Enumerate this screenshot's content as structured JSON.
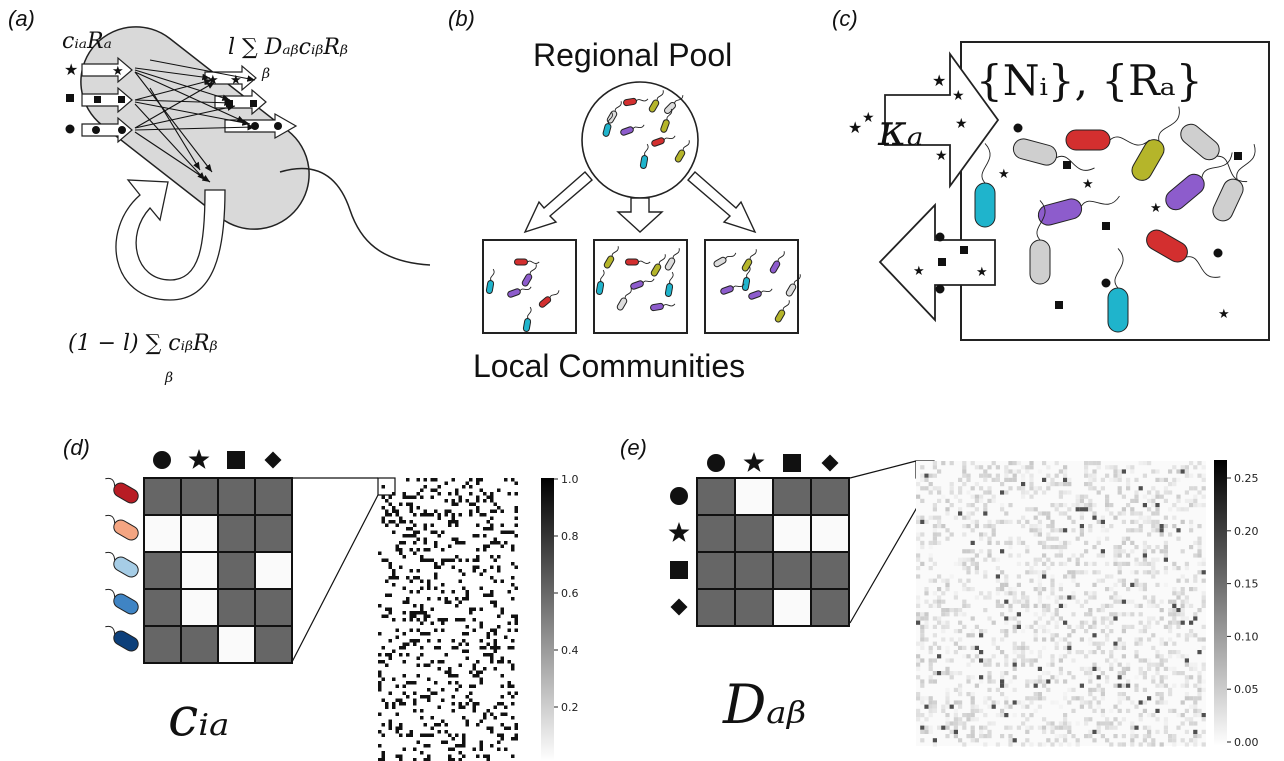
{
  "panels": {
    "a": {
      "label": "(a)",
      "eq_top_left": "cᵢₐRₐ",
      "eq_top_right": "l ∑ DₐᵦcᵢᵦRᵦ",
      "eq_top_right_sub": "β",
      "eq_bottom": "(1 − l) ∑ cᵢᵦRᵦ",
      "eq_bottom_sub": "β"
    },
    "b": {
      "label": "(b)",
      "title": "Regional Pool",
      "subtitle": "Local Communities"
    },
    "c": {
      "label": "(c)",
      "inflow_label": "κₐ",
      "state_label": "{Nᵢ}, {Rₐ}"
    },
    "d": {
      "label": "(d)",
      "symbol": "cᵢₐ",
      "resource_icons": [
        "circle-icon",
        "star-icon",
        "square-icon",
        "diamond-icon"
      ],
      "species_colors": [
        "#b81c24",
        "#f4a582",
        "#a6cde6",
        "#3f84c4",
        "#0c3f7a"
      ],
      "matrix": [
        [
          1,
          1,
          1,
          1
        ],
        [
          0,
          0,
          1,
          1
        ],
        [
          1,
          0,
          1,
          0
        ],
        [
          1,
          0,
          1,
          1
        ],
        [
          1,
          1,
          0,
          1
        ]
      ],
      "colorbar_ticks": [
        "1.0",
        "0.8",
        "0.6",
        "0.4",
        "0.2"
      ]
    },
    "e": {
      "label": "(e)",
      "symbol": "Dₐᵦ",
      "resource_icons": [
        "circle-icon",
        "star-icon",
        "square-icon",
        "diamond-icon"
      ],
      "matrix": [
        [
          1,
          0,
          1,
          1
        ],
        [
          1,
          1,
          0,
          0
        ],
        [
          1,
          1,
          1,
          1
        ],
        [
          1,
          1,
          0,
          1
        ]
      ],
      "colorbar_ticks": [
        "0.25",
        "0.20",
        "0.15",
        "0.10",
        "0.05",
        "0.00"
      ]
    }
  },
  "colors": {
    "red": "#d32f2f",
    "yellow": "#b5b52a",
    "purple": "#8d5ccc",
    "cyan": "#1fb4cc",
    "gray": "#c8c8c8",
    "matrix_dark": "#666666",
    "matrix_light": "#fafafa"
  }
}
